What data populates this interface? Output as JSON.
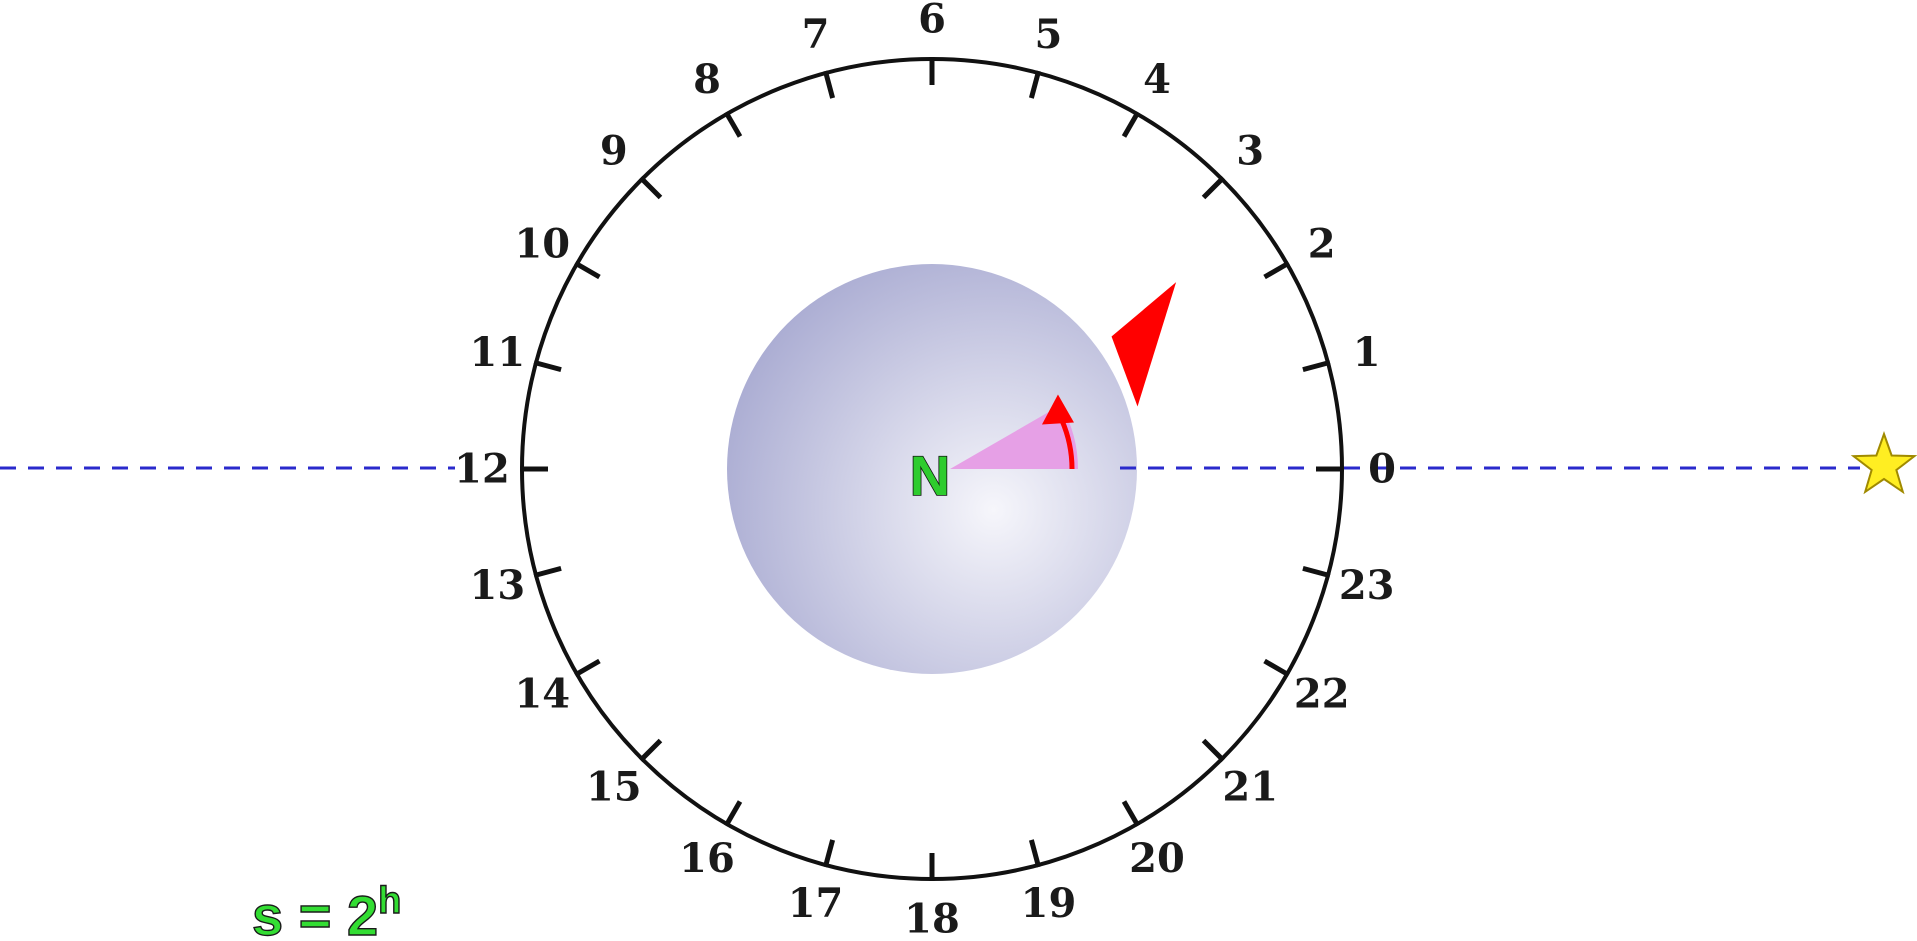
{
  "diagram": {
    "pole_label": "N",
    "hours": [
      "0",
      "1",
      "2",
      "3",
      "4",
      "5",
      "6",
      "7",
      "8",
      "9",
      "10",
      "11",
      "12",
      "13",
      "14",
      "15",
      "16",
      "17",
      "18",
      "19",
      "20",
      "21",
      "22",
      "23"
    ],
    "hour_angle_value": 2,
    "formula": {
      "lhs": "s = 2",
      "superscript": "h"
    },
    "colors": {
      "dial": "#111111",
      "direction_line": "#2a2acc",
      "globe_light": "#f6f6fb",
      "globe_dark": "#a4a6cf",
      "wedge": "#e6a0e6",
      "marker": "#ff0000",
      "star": "#ffee22",
      "pole_label": "#2ecc2e"
    },
    "icons": {
      "star": "star-icon",
      "meridian_marker": "red-triangle-icon"
    }
  }
}
